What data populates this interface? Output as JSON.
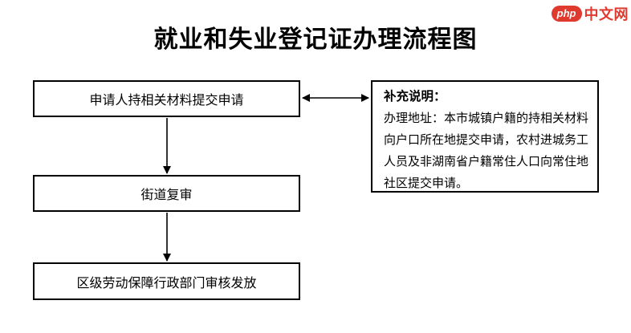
{
  "title": "就业和失业登记证办理流程图",
  "logo": {
    "badge": "php",
    "text": "中文网"
  },
  "steps": [
    {
      "label": "申请人持相关材料提交申请"
    },
    {
      "label": "街道复审"
    },
    {
      "label": "区级劳动保障行政部门审核发放"
    }
  ],
  "note": {
    "title": "补充说明：",
    "lines": [
      "办理地址：本市城镇户籍的持相关材料",
      "向户口所在地提交申请，农村进城务工",
      "人员及非湖南省户籍常住人口向常住地",
      "社区提交申请。"
    ]
  },
  "colors": {
    "line": "#000000",
    "background": "#ffffff",
    "logo_red": "#e0392e"
  }
}
